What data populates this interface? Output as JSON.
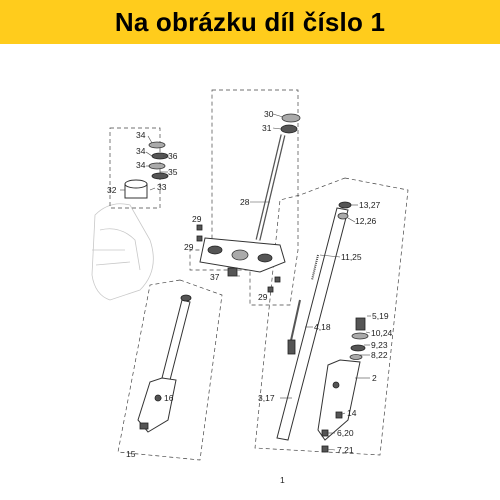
{
  "banner": {
    "title": "Na obrázku díl číslo 1",
    "bg_color": "#ffcc1c"
  },
  "diagram": {
    "labels": {
      "p30": "30",
      "p31": "31",
      "p28": "28",
      "p29a": "29",
      "p29b": "29",
      "p29c": "29",
      "p37": "37",
      "p34a": "34",
      "p34b": "34",
      "p34c": "34",
      "p36": "36",
      "p35": "35",
      "p32": "32",
      "p33": "33",
      "p13_27": "13,27",
      "p12_26": "12,26",
      "p11_25": "11,25",
      "p5_19": "5,19",
      "p4_18": "4,18",
      "p10_24": "10,24",
      "p9_23": "9,23",
      "p8_22": "8,22",
      "p2": "2",
      "p3_17": "3,17",
      "p14": "14",
      "p16": "16",
      "p15": "15",
      "p6_20": "6,20",
      "p7_21": "7,21",
      "p1": "1"
    }
  }
}
